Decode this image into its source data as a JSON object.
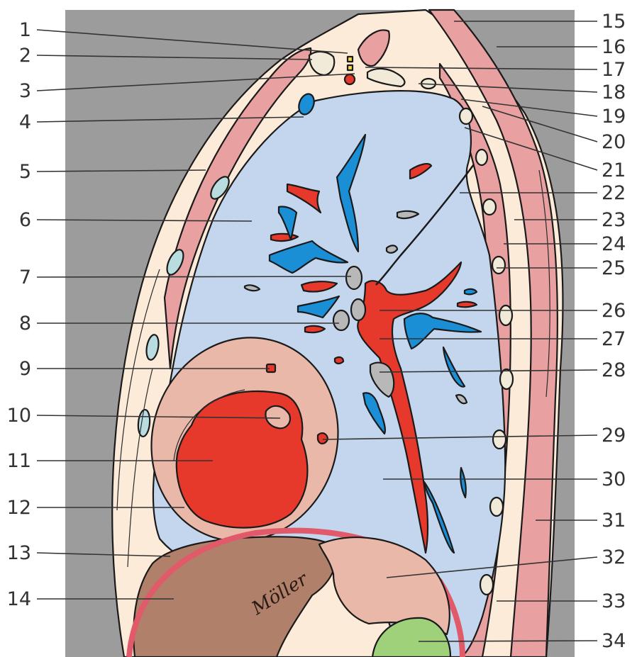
{
  "diagram": {
    "left_labels": [
      "1",
      "2",
      "3",
      "4",
      "5",
      "6",
      "7",
      "8",
      "9",
      "10",
      "11",
      "12",
      "13",
      "14"
    ],
    "right_labels": [
      "15",
      "16",
      "17",
      "18",
      "19",
      "20",
      "21",
      "22",
      "23",
      "24",
      "25",
      "26",
      "27",
      "28",
      "29",
      "30",
      "31",
      "32",
      "33",
      "34"
    ],
    "signature": "Möller"
  },
  "colors": {
    "background_gray": "#9c9c9c",
    "skin": "#fdebd9",
    "muscle": "#e8a0a0",
    "lung": "#c4d6ee",
    "artery": "#e6392b",
    "vein": "#1a8fd6",
    "bronchus": "#b8b8b8",
    "heart_wall": "#eab8a8",
    "liver": "#b0806a",
    "diaphragm": "#e05a6a",
    "stomach": "#9fd07a",
    "pale_vessel": "#b8dce0",
    "rib": "#f2ead8"
  }
}
